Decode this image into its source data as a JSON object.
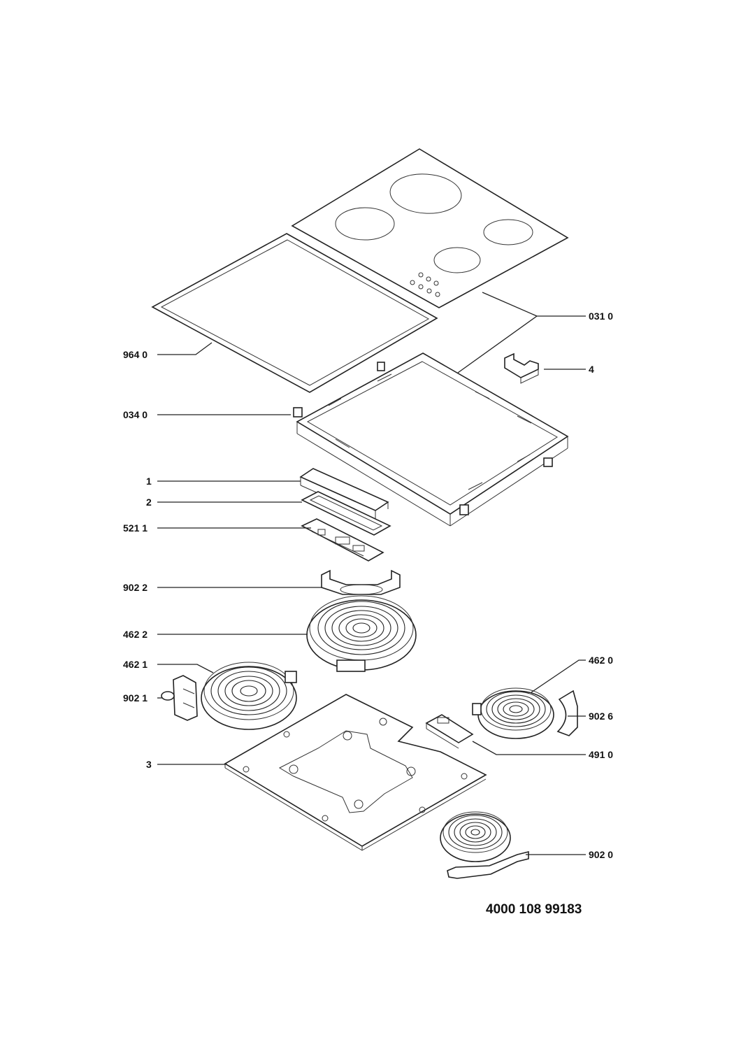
{
  "labels": {
    "l031": "031 0",
    "l964": "964 0",
    "l4": "4",
    "l034": "034 0",
    "l1": "1",
    "l2": "2",
    "l521": "521 1",
    "l9022": "902 2",
    "l4622": "462 2",
    "l4621": "462 1",
    "l4620": "462 0",
    "l9021": "902 1",
    "l9026": "902 6",
    "l3": "3",
    "l491": "491 0",
    "l9020": "902 0"
  },
  "document_number": "4000 108 99183"
}
